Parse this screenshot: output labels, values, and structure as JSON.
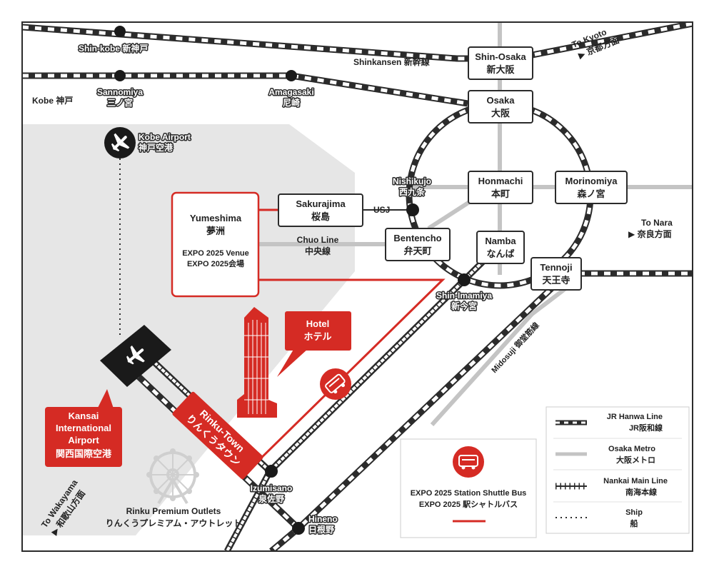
{
  "colors": {
    "red": "#d52b24",
    "jr_dark": "#2b2b2b",
    "metro_gray": "#c4c4c4",
    "sea_gray": "#e6e6e6"
  },
  "stations": {
    "shin_kobe": {
      "en": "Shin-kobe",
      "jp": "新神戸"
    },
    "sannomiya": {
      "en": "Sannomiya",
      "jp": "三ノ宮"
    },
    "amagasaki": {
      "en": "Amagasaki",
      "jp": "尼崎"
    },
    "kobe_airport": {
      "en": "Kobe Airport",
      "jp": "神戸空港"
    },
    "nishikujo": {
      "en": "Nishikujo",
      "jp": "西九条"
    },
    "shin_imamiya": {
      "en": "Shin-Imamiya",
      "jp": "新今宮"
    },
    "izumisano": {
      "en": "Izumisano",
      "jp": "泉佐野"
    },
    "hineno": {
      "en": "Hineno",
      "jp": "日根野"
    }
  },
  "boxes": {
    "shin_osaka": {
      "en": "Shin-Osaka",
      "jp": "新大阪"
    },
    "osaka": {
      "en": "Osaka",
      "jp": "大阪"
    },
    "honmachi": {
      "en": "Honmachi",
      "jp": "本町"
    },
    "morinomiya": {
      "en": "Morinomiya",
      "jp": "森ノ宮"
    },
    "sakurajima": {
      "en": "Sakurajima",
      "jp": "桜島"
    },
    "bentencho": {
      "en": "Bentencho",
      "jp": "弁天町"
    },
    "namba": {
      "en": "Namba",
      "jp": "なんば"
    },
    "tennoji": {
      "en": "Tennoji",
      "jp": "天王寺"
    },
    "yumeshima": {
      "en": "Yumeshima",
      "jp": "夢洲",
      "venue_en": "EXPO 2025 Venue",
      "venue_jp": "EXPO 2025会場"
    }
  },
  "labels": {
    "shinkansen": "Shinkansen 新幹線",
    "kobe": "Kobe 神戸",
    "to_kyoto_en": "To Kyoto",
    "to_kyoto_jp": "▶ 京都方面",
    "to_nara_en": "To Nara",
    "to_nara_jp": "▶ 奈良方面",
    "usj": "USJ",
    "chuo_line_en": "Chuo Line",
    "chuo_line_jp": "中央線",
    "midosuji": "Midosuji 御堂筋線",
    "to_wakayama_en": "To Wakayama",
    "to_wakayama_jp": "▶ 和歌山方面",
    "rinku_outlets_en": "Rinku Premium Outlets",
    "rinku_outlets_jp": "りんくうプレミアム・アウトレット"
  },
  "callouts": {
    "hotel_en": "Hotel",
    "hotel_jp": "ホテル",
    "kix_en_1": "Kansai",
    "kix_en_2": "International",
    "kix_en_3": "Airport",
    "kix_jp": "関西国際空港",
    "rinku_en": "Rinku-Town",
    "rinku_jp": "りんくうタウン"
  },
  "shuttle": {
    "en": "EXPO 2025 Station Shuttle Bus",
    "jp": "EXPO 2025 駅シャトルバス"
  },
  "legend": [
    {
      "icon": "jr-line",
      "en": "JR Hanwa Line",
      "jp": "JR阪和線"
    },
    {
      "icon": "metro-line",
      "en": "Osaka Metro",
      "jp": "大阪メトロ"
    },
    {
      "icon": "nankai-line",
      "en": "Nankai Main Line",
      "jp": "南海本線"
    },
    {
      "icon": "ship-line",
      "en": "Ship",
      "jp": "船"
    }
  ]
}
